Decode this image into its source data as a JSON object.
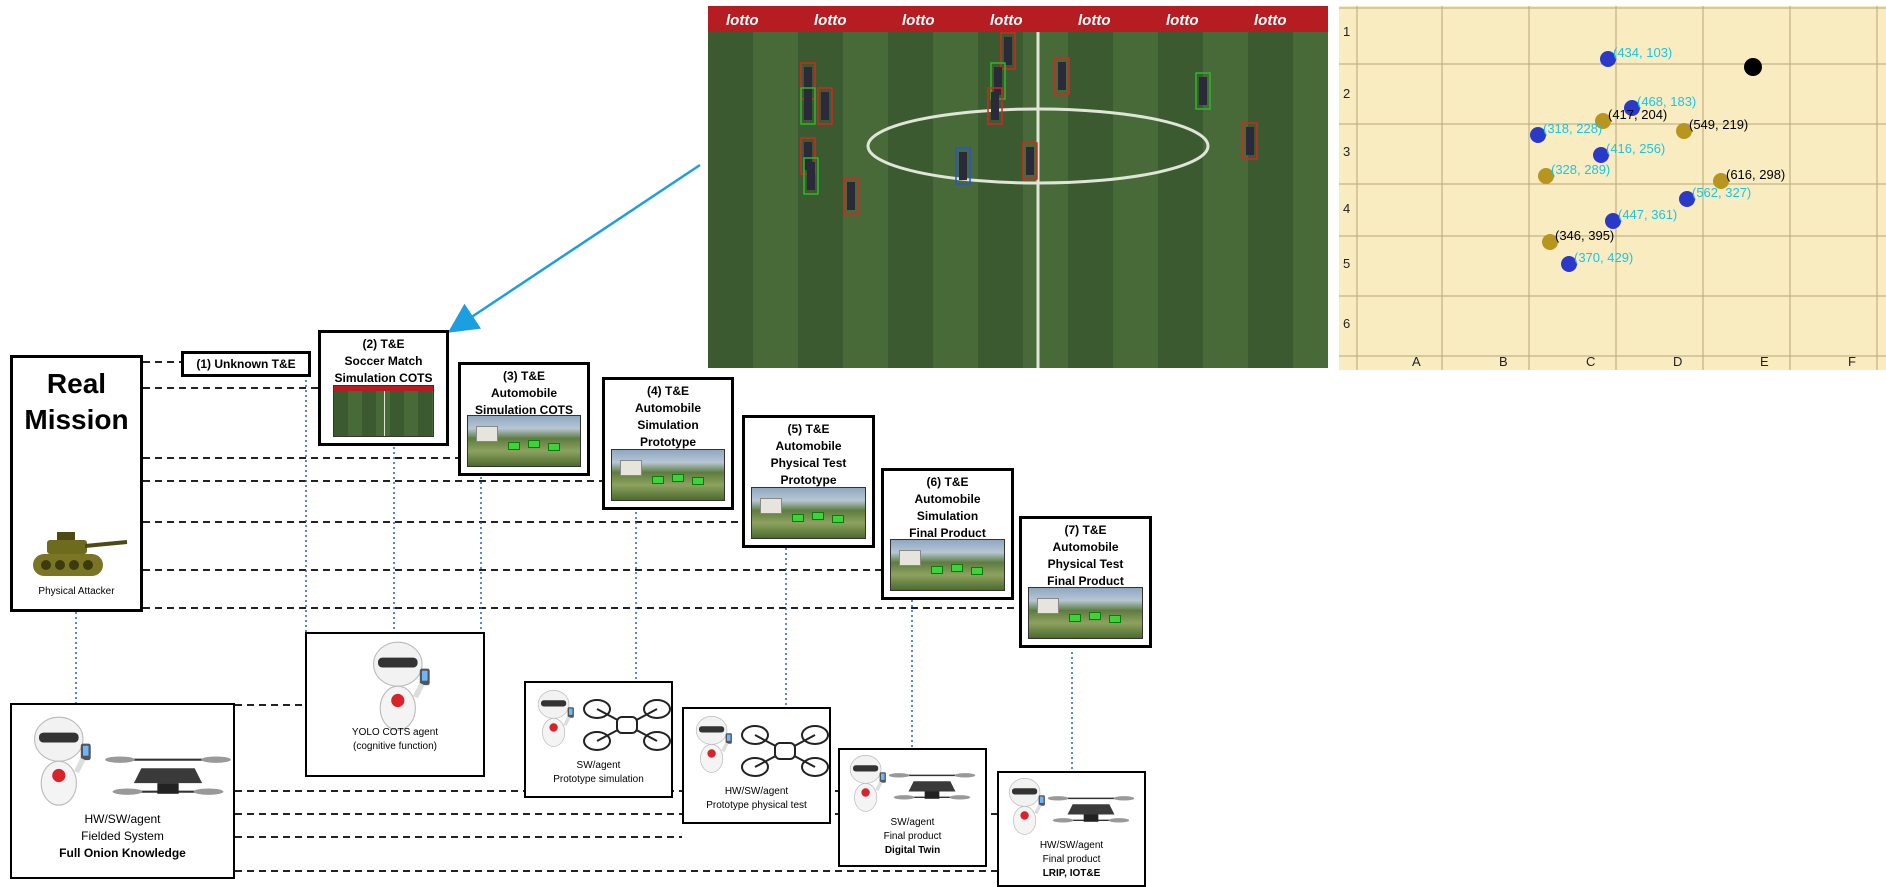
{
  "real_mission": {
    "title_line1": "Real",
    "title_line2": "Mission",
    "attacker_label": "Physical Attacker"
  },
  "te_boxes": [
    {
      "lines": [
        "(1) Unknown T&E"
      ]
    },
    {
      "lines": [
        "(2) T&E",
        "Soccer Match",
        "Simulation COTS"
      ]
    },
    {
      "lines": [
        "(3) T&E",
        "Automobile",
        "Simulation COTS"
      ]
    },
    {
      "lines": [
        "(4) T&E",
        "Automobile",
        "Simulation",
        "Prototype"
      ]
    },
    {
      "lines": [
        "(5) T&E",
        "Automobile",
        "Physical Test",
        "Prototype"
      ]
    },
    {
      "lines": [
        "(6) T&E",
        "Automobile",
        "Simulation",
        "Final Product"
      ]
    },
    {
      "lines": [
        "(7) T&E",
        "Automobile",
        "Physical Test",
        "Final Product"
      ]
    }
  ],
  "agents": [
    {
      "lines": [
        "HW/SW/agent",
        "Fielded System"
      ],
      "bold": "Full Onion Knowledge"
    },
    {
      "lines": [
        "YOLO COTS agent",
        "(cognitive function)"
      ],
      "bold": ""
    },
    {
      "lines": [
        "SW/agent",
        "Prototype simulation"
      ],
      "bold": ""
    },
    {
      "lines": [
        "HW/SW/agent",
        "Prototype physical test"
      ],
      "bold": ""
    },
    {
      "lines": [
        "SW/agent",
        "Final product"
      ],
      "bold": "Digital Twin"
    },
    {
      "lines": [
        "HW/SW/agent",
        "Final product"
      ],
      "bold": "LRIP, IOT&E"
    }
  ],
  "grid_chart": {
    "row_labels": [
      "1",
      "2",
      "3",
      "4",
      "5",
      "6"
    ],
    "col_labels": [
      "A",
      "B",
      "C",
      "D",
      "E",
      "F"
    ],
    "point_labels": [
      "(434, 103)",
      "(468, 183)",
      "(417, 204)",
      "(549, 219)",
      "(318, 228)",
      "(416, 256)",
      "(328, 289)",
      "(616, 298)",
      "(562, 327)",
      "(447, 361)",
      "(346, 395)",
      "(370, 429)"
    ],
    "colors": {
      "blue": "#2b39c9",
      "gold": "#b8951e",
      "cyan": "#16c7e8",
      "black": "#000000",
      "background": "#f9ecc0"
    }
  },
  "banner_text": "lotto",
  "colors": {
    "arrow": "#1aa0e0",
    "connector": "#1f5fd1",
    "pitch": "#3f5a30"
  }
}
